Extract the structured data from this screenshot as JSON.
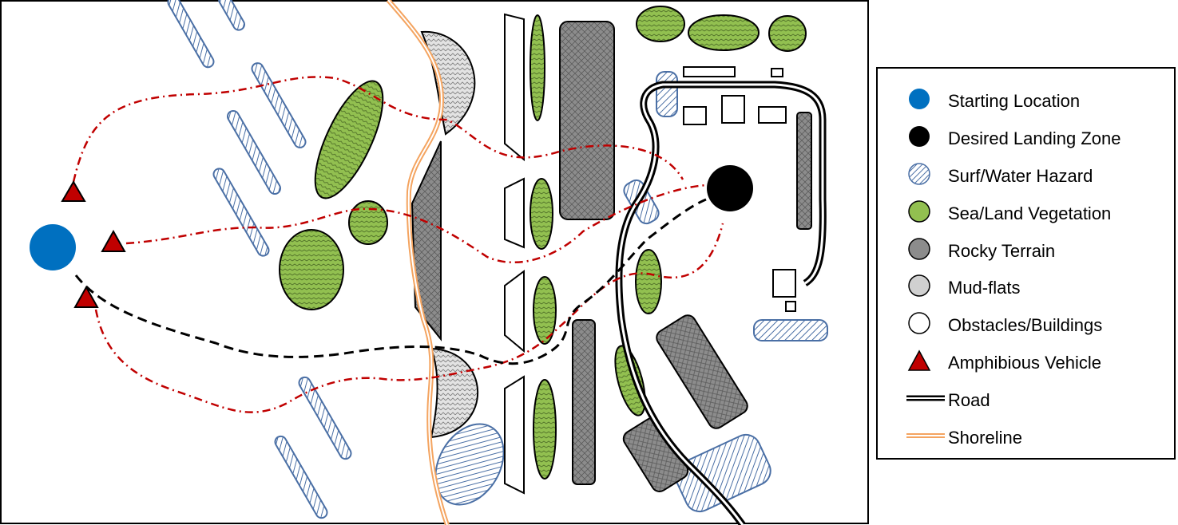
{
  "legend": {
    "items": [
      {
        "label": "Starting Location",
        "icon": "blue-circle-icon"
      },
      {
        "label": "Desired Landing Zone",
        "icon": "black-circle-icon"
      },
      {
        "label": "Surf/Water Hazard",
        "icon": "hatched-blue-ellipse-icon"
      },
      {
        "label": "Sea/Land Vegetation",
        "icon": "green-ellipse-icon"
      },
      {
        "label": "Rocky Terrain",
        "icon": "grey-rounded-square-icon"
      },
      {
        "label": "Mud-flats",
        "icon": "light-grey-circle-icon"
      },
      {
        "label": "Obstacles/Buildings",
        "icon": "white-circle-icon"
      },
      {
        "label": "Amphibious Vehicle",
        "icon": "red-triangle-icon"
      },
      {
        "label": "Road",
        "icon": "double-black-line-icon"
      },
      {
        "label": "Shoreline",
        "icon": "double-orange-line-icon"
      }
    ]
  },
  "colors": {
    "start": "#0070c0",
    "landing_zone": "#000000",
    "water_hazard": "#4a6fa5",
    "vegetation": "#92c050",
    "rocky": "#8c8c8c",
    "mudflat": "#d0d0d0",
    "vehicle": "#c00000",
    "road": "#000000",
    "shoreline": "#f4a460",
    "route_red": "#c00000",
    "route_black": "#000000"
  }
}
